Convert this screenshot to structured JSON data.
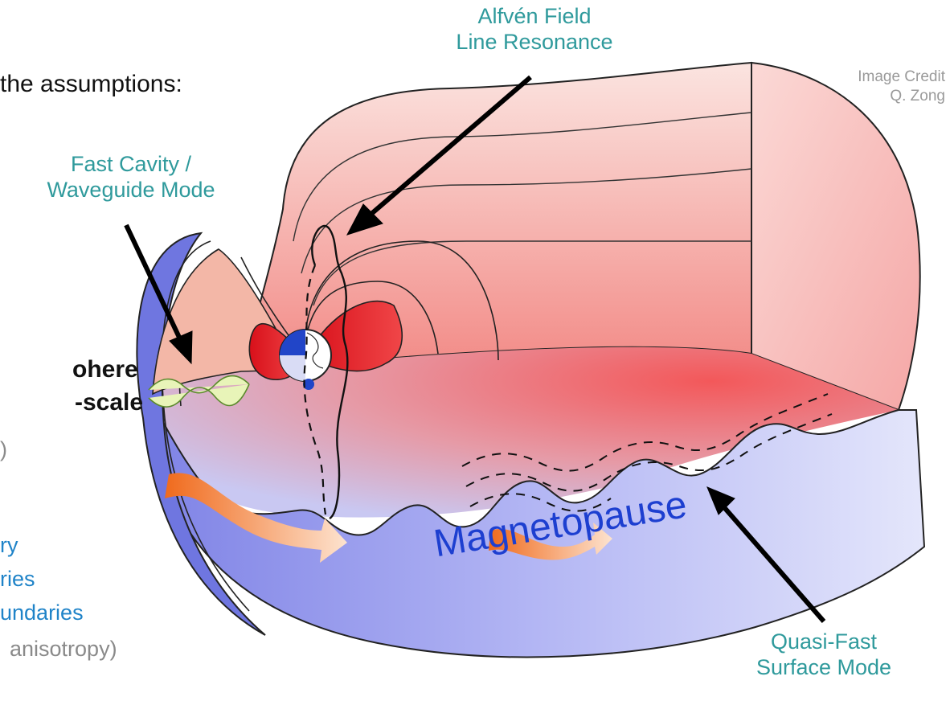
{
  "slide": {
    "intro_fragment": "the assumptions:",
    "bold_line1": "ohere",
    "bold_line2": "-scale",
    "gray_paren": ")",
    "blue_line1": "ry",
    "blue_line2": "ries",
    "blue_line3": "undaries",
    "gray_line": "anisotropy)"
  },
  "labels": {
    "alfven": [
      "Alfvén Field",
      "Line Resonance"
    ],
    "fast_cavity": [
      "Fast Cavity /",
      "Waveguide Mode"
    ],
    "quasi_fast": [
      "Quasi-Fast",
      "Surface Mode"
    ],
    "credit": [
      "Image Credit",
      "Q. Zong"
    ],
    "magnetopause": "Magnetopause"
  },
  "colors": {
    "label_teal": "#2f9a9c",
    "magnetopause_blue": "#1d3fd0",
    "slide_blue": "#1f83c8",
    "credit_gray": "#9a9a9a"
  }
}
